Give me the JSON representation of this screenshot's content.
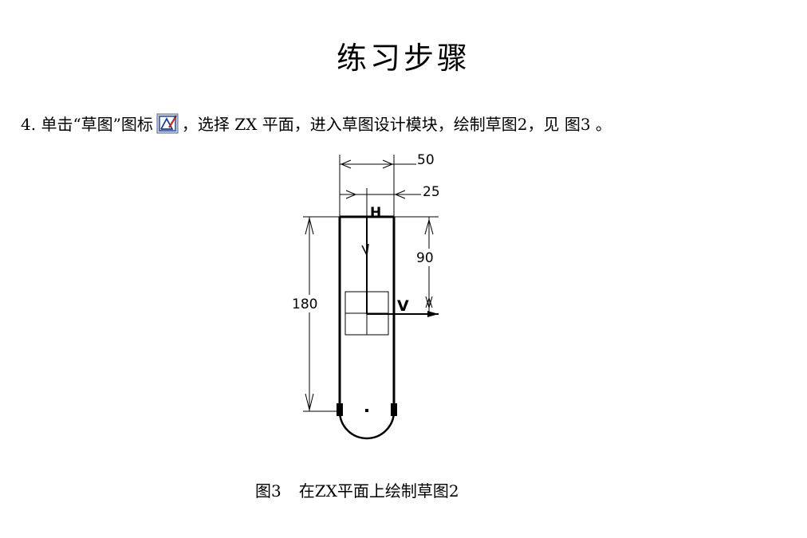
{
  "document": {
    "title": "练习步骤",
    "step": {
      "text_before": "4. 单击“草图”图标",
      "text_after": "，选择 ZX 平面，进入草图设计模块，绘制草图2，见 图3 。",
      "icon": "sketch-icon"
    },
    "figure": {
      "dimensions": {
        "width_total": "50",
        "width_half": "25",
        "height_total": "180",
        "height_half": "90"
      },
      "constraint_labels": {
        "horizontal": "H",
        "vertical": "V"
      },
      "caption_label": "图3",
      "caption_text": "在ZX平面上绘制草图2"
    }
  }
}
